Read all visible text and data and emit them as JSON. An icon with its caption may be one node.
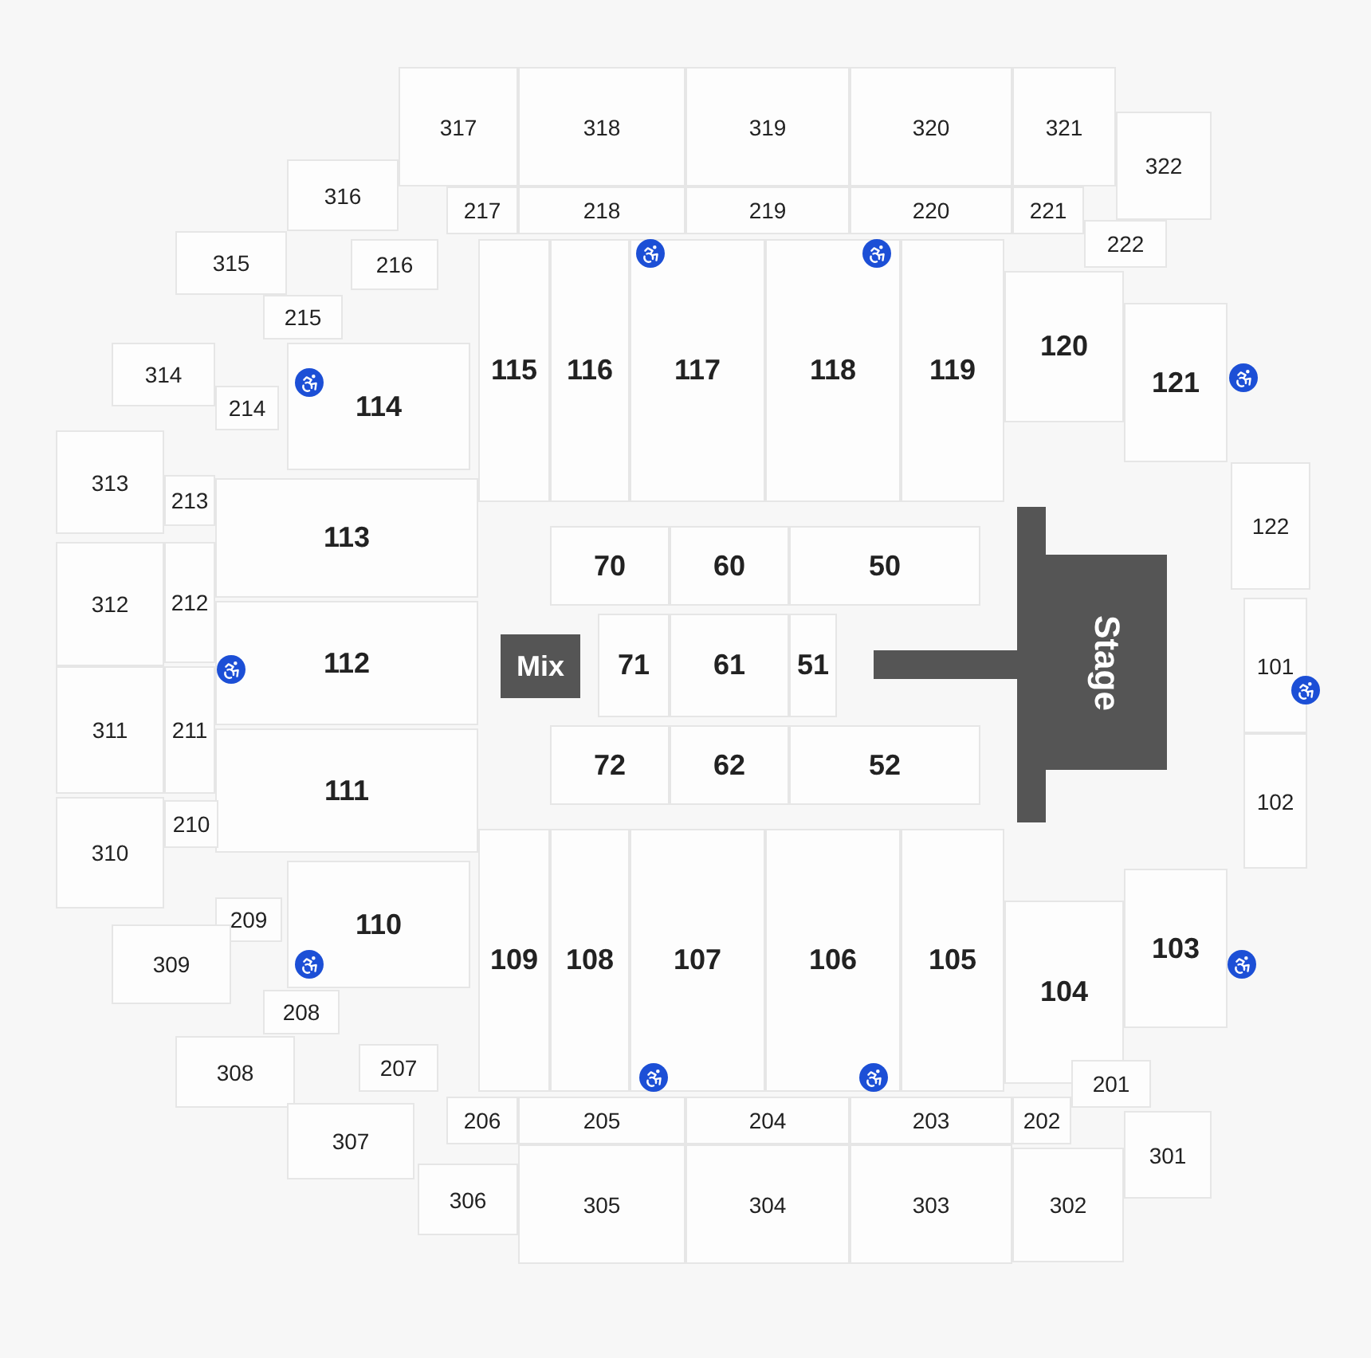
{
  "diagram": {
    "nodes": [
      {
        "text": [
          "317"
        ]
      },
      {
        "text": [
          "318"
        ]
      },
      {
        "text": [
          "319"
        ]
      },
      {
        "text": [
          "320"
        ]
      },
      {
        "text": [
          "321"
        ]
      },
      {
        "text": [
          "322"
        ]
      },
      {
        "text": [
          "316"
        ]
      },
      {
        "text": [
          "217"
        ]
      },
      {
        "text": [
          "218"
        ]
      },
      {
        "text": [
          "219"
        ]
      },
      {
        "text": [
          "220"
        ]
      },
      {
        "text": [
          "221"
        ]
      },
      {
        "text": [
          "222"
        ]
      },
      {
        "text": [
          "315"
        ]
      },
      {
        "text": [
          "216"
        ]
      },
      {
        "text": [
          "215"
        ]
      },
      {
        "text": [
          "120"
        ]
      },
      {
        "text": [
          "314"
        ]
      },
      {
        "text": [
          "116"
        ]
      },
      {
        "text": [
          "117"
        ]
      },
      {
        "text": [
          "118"
        ]
      },
      {
        "text": [
          "119"
        ]
      },
      {
        "text": [
          "115"
        ]
      },
      {
        "text": [
          "114"
        ]
      },
      {
        "text": [
          "121"
        ]
      },
      {
        "text": [
          "214"
        ]
      },
      {
        "text": [
          "313"
        ]
      },
      {
        "text": [
          "213"
        ]
      },
      {
        "text": [
          "122"
        ]
      },
      {
        "text": [
          "113"
        ]
      },
      {
        "text": [
          "70"
        ]
      },
      {
        "text": [
          "60"
        ]
      },
      {
        "text": [
          "50"
        ]
      },
      {
        "text": [
          "312"
        ]
      },
      {
        "text": [
          "212"
        ]
      },
      {
        "text": [
          "112"
        ]
      },
      {
        "text": [
          "Mix"
        ]
      },
      {
        "text": [
          "71"
        ]
      },
      {
        "text": [
          "61"
        ]
      },
      {
        "text": [
          "51"
        ]
      },
      {
        "text": [
          "Stage"
        ]
      },
      {
        "text": [
          "101"
        ]
      },
      {
        "text": [
          "311"
        ]
      },
      {
        "text": [
          "211"
        ]
      },
      {
        "text": [
          "111"
        ]
      },
      {
        "text": [
          "72"
        ]
      },
      {
        "text": [
          "62"
        ]
      },
      {
        "text": [
          "52"
        ]
      },
      {
        "text": [
          "102"
        ]
      },
      {
        "text": [
          "310"
        ]
      },
      {
        "text": [
          "210"
        ]
      },
      {
        "text": [
          "209"
        ]
      },
      {
        "text": [
          "110"
        ]
      },
      {
        "text": [
          "109"
        ]
      },
      {
        "text": [
          "108"
        ]
      },
      {
        "text": [
          "107"
        ]
      },
      {
        "text": [
          "106"
        ]
      },
      {
        "text": [
          "105"
        ]
      },
      {
        "text": [
          "103"
        ]
      },
      {
        "text": [
          "309"
        ]
      },
      {
        "text": [
          "104"
        ]
      },
      {
        "text": [
          "208"
        ]
      },
      {
        "text": [
          "308"
        ]
      },
      {
        "text": [
          "207"
        ]
      },
      {
        "text": [
          "201"
        ]
      },
      {
        "text": [
          "206"
        ]
      },
      {
        "text": [
          "205"
        ]
      },
      {
        "text": [
          "204"
        ]
      },
      {
        "text": [
          "203"
        ]
      },
      {
        "text": [
          "202"
        ]
      },
      {
        "text": [
          "307"
        ]
      },
      {
        "text": [
          "301"
        ]
      },
      {
        "text": [
          "306"
        ]
      },
      {
        "text": [
          "305"
        ]
      },
      {
        "text": [
          "304"
        ]
      },
      {
        "text": [
          "303"
        ]
      },
      {
        "text": [
          "302"
        ]
      }
    ]
  }
}
